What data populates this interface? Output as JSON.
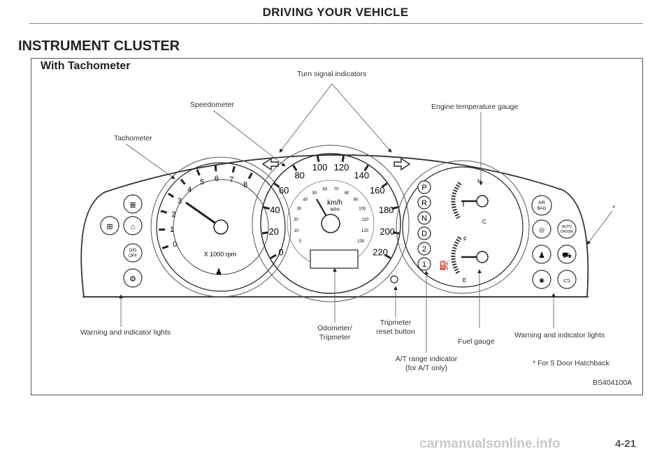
{
  "header": "DRIVING YOUR VEHICLE",
  "section_title": "INSTRUMENT CLUSTER",
  "subsection_title": "With Tachometer",
  "callouts": {
    "turn_signal": "Turn signal indicators",
    "speedometer": "Speedometer",
    "engine_temp": "Engine temperature gauge",
    "tachometer": "Tachometer",
    "warning_left": "Warning and indicator lights",
    "odometer_line1": "Odometer/",
    "odometer_line2": "Tripmeter",
    "trip_reset_line1": "Tripmeter",
    "trip_reset_line2": "reset button",
    "fuel_gauge": "Fuel gauge",
    "warning_right": "Warning and indicator lights",
    "at_range_line1": "A/T range indicator",
    "at_range_line2": "(for A/T only)",
    "hatchback_note": "* For 5 Door Hatchback",
    "asterisk": "*"
  },
  "figure_code": "BS404100A",
  "page_number": "4-21",
  "watermark": "carmanualsonline.info",
  "tachometer": {
    "scale": [
      "0",
      "1",
      "2",
      "3",
      "4",
      "5",
      "6",
      "7",
      "8"
    ],
    "unit": "X 1000 rpm"
  },
  "speedometer": {
    "outer_scale": [
      "0",
      "20",
      "40",
      "60",
      "80",
      "100",
      "120",
      "140",
      "160",
      "180",
      "200",
      "220"
    ],
    "inner_scale": [
      "0",
      "10",
      "20",
      "30",
      "40",
      "50",
      "60",
      "70",
      "80",
      "90",
      "100",
      "110",
      "120",
      "130"
    ],
    "unit_kmh": "km/h",
    "unit_mph": "MPH"
  },
  "gear_positions": [
    "P",
    "R",
    "N",
    "D",
    "2",
    "1"
  ],
  "temp_gauge": {
    "high": "H",
    "low": "C"
  },
  "fuel_gauge_marks": {
    "full": "F",
    "empty": "E"
  },
  "right_lamps": {
    "airbag_line1": "AIR",
    "airbag_line2": "BAG",
    "cruise_line1": "AUTO",
    "cruise_line2": "CRUISE"
  },
  "left_lamps": {
    "oil_line1": "O/D",
    "oil_line2": "OFF"
  }
}
